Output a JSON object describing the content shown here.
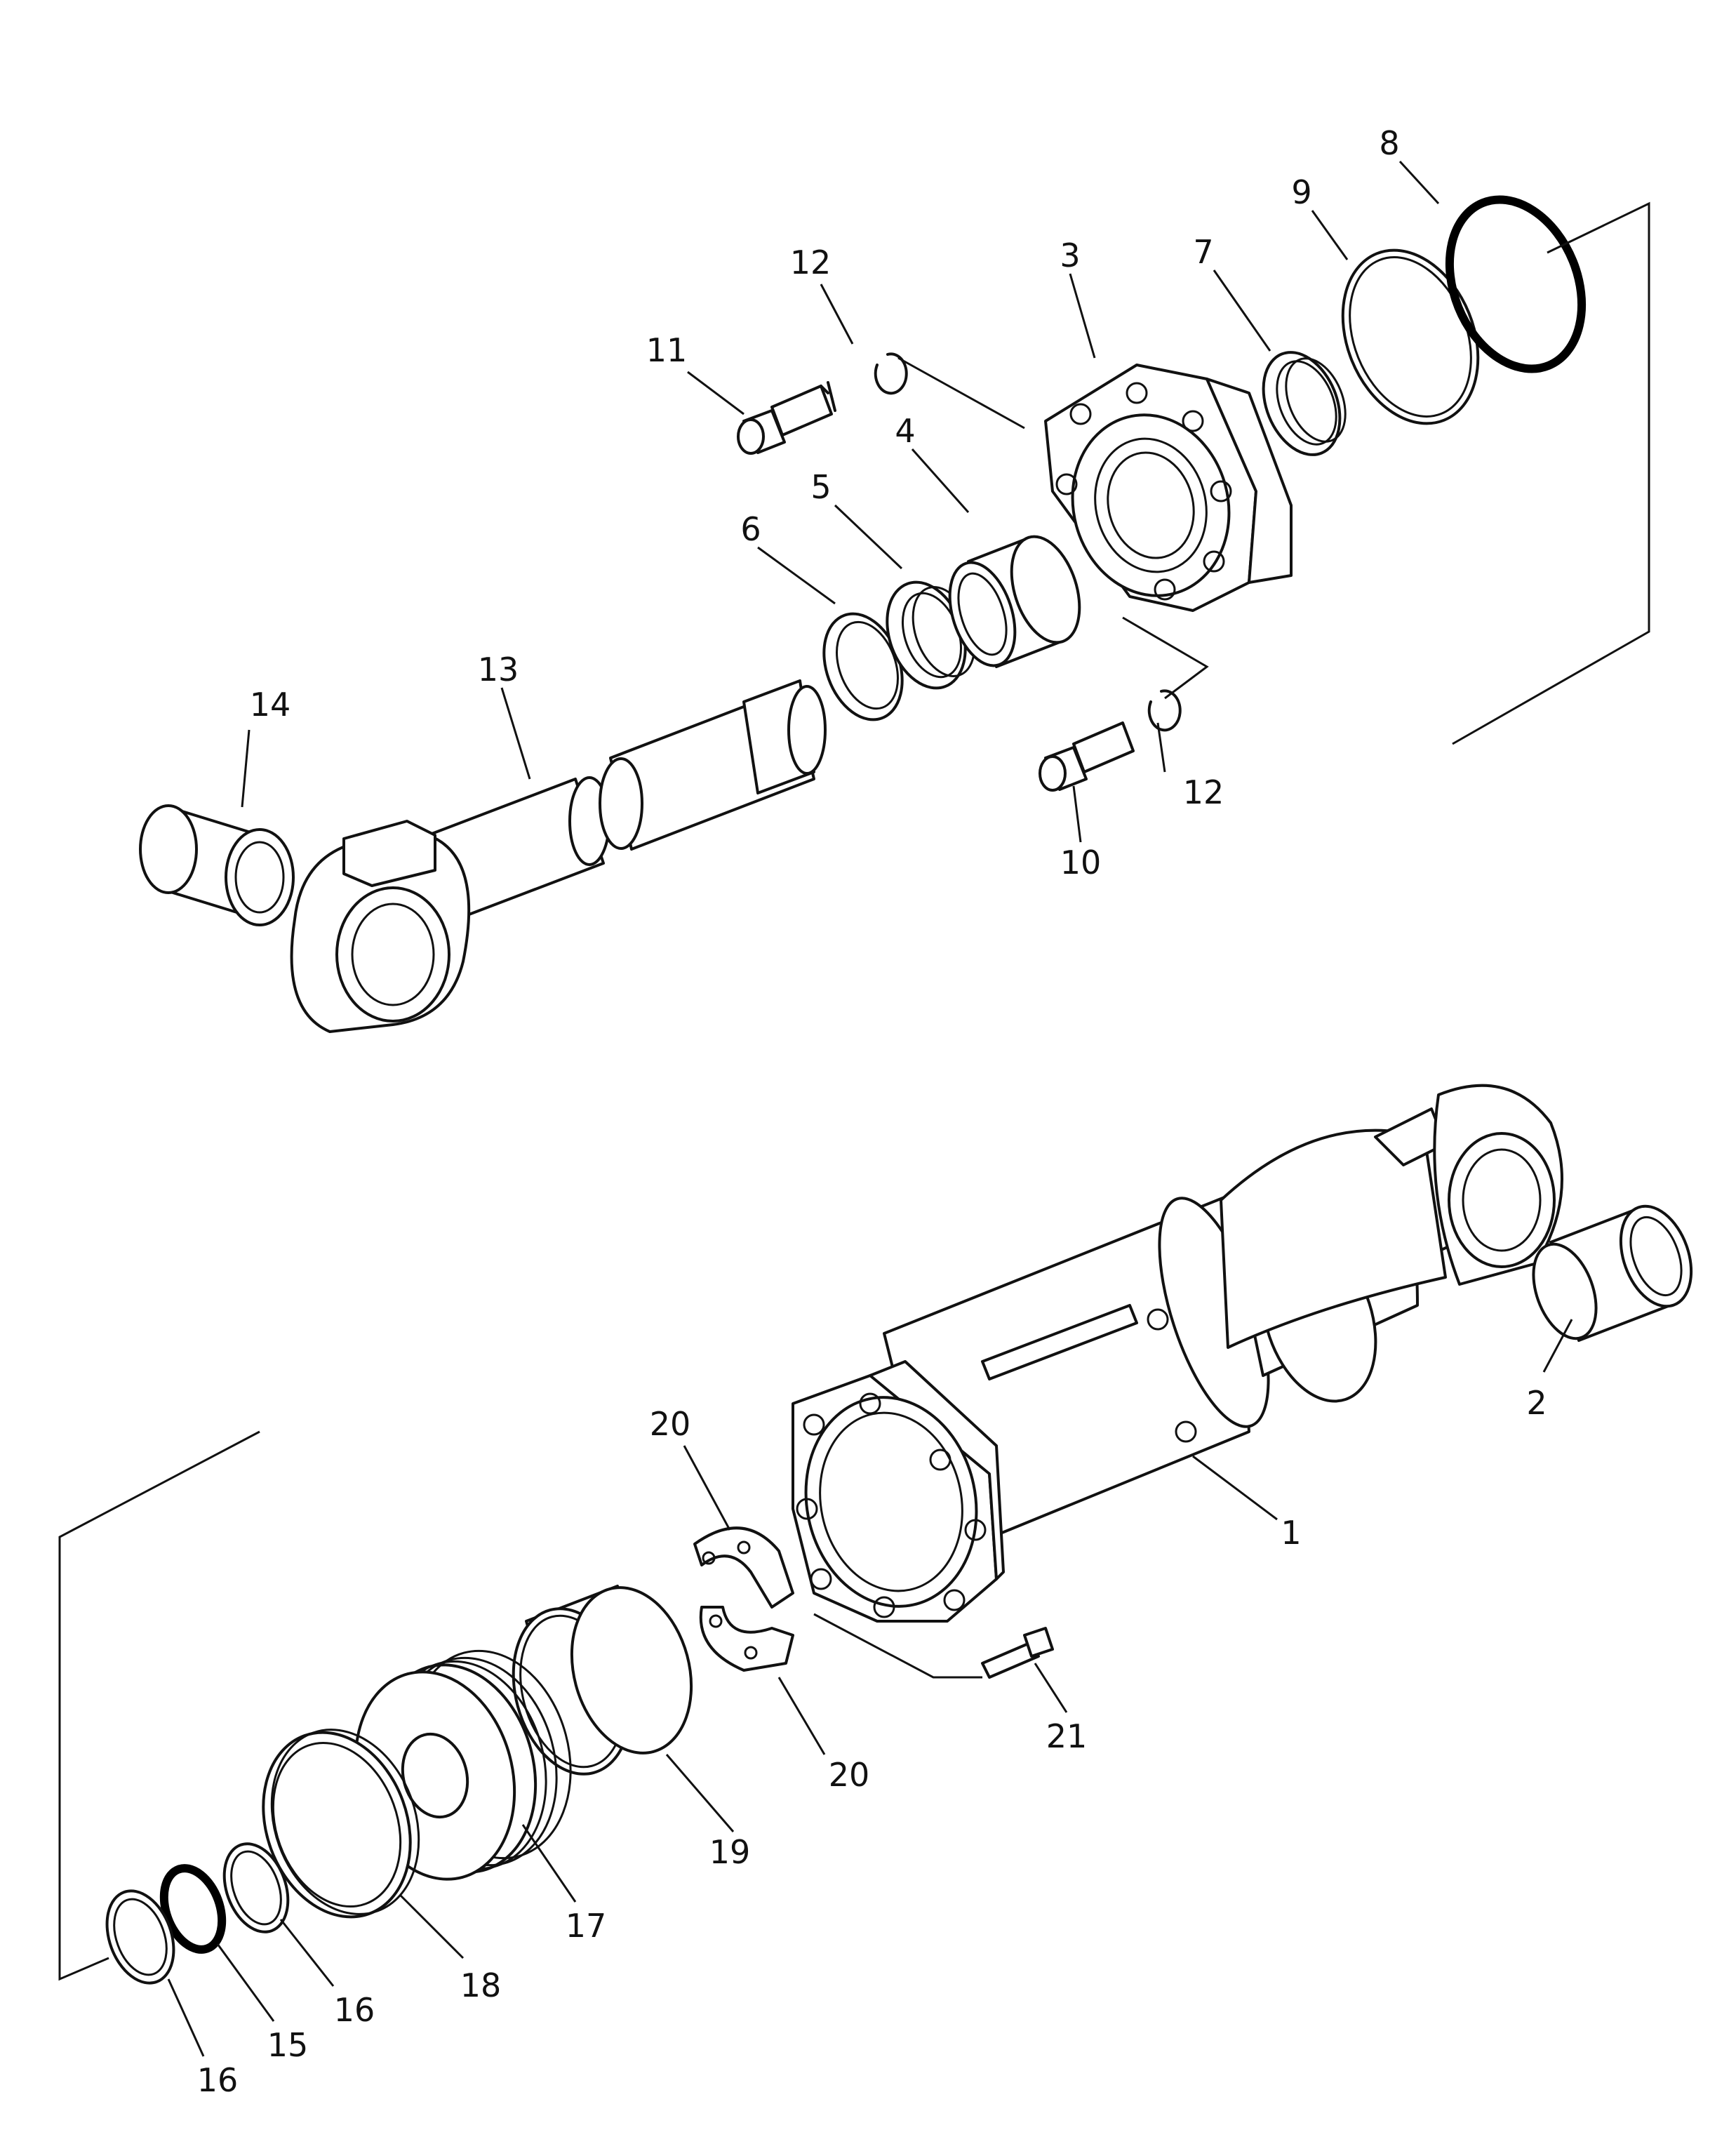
{
  "callouts": {
    "c1": "1",
    "c2": "2",
    "c3": "3",
    "c4": "4",
    "c5": "5",
    "c6": "6",
    "c7": "7",
    "c8": "8",
    "c9": "9",
    "c10": "10",
    "c11": "11",
    "c12a": "12",
    "c12b": "12",
    "c13": "13",
    "c14": "14",
    "c15": "15",
    "c16a": "16",
    "c16b": "16",
    "c17": "17",
    "c18": "18",
    "c19": "19",
    "c20a": "20",
    "c20b": "20",
    "c21": "21"
  }
}
